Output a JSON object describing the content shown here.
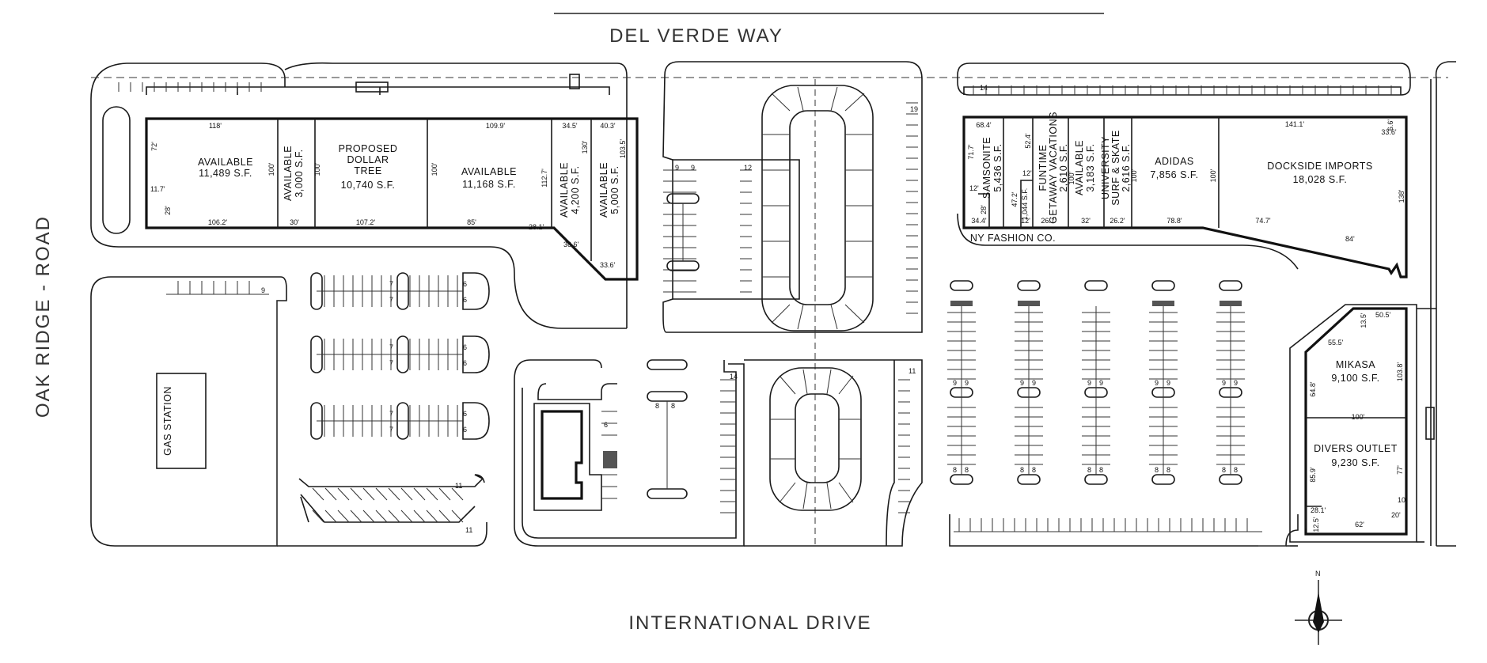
{
  "roads": {
    "north": "DEL VERDE WAY",
    "south": "INTERNATIONAL DRIVE",
    "west": "OAK  RIDGE - ROAD"
  },
  "west_building": {
    "available_1": {
      "line1": "AVAILABLE",
      "line2": "11,489 S.F."
    },
    "available_2": {
      "line1": "AVAILABLE",
      "line2": "3,000 S.F."
    },
    "dollar_tree": {
      "line1": "PROPOSED",
      "line2": "DOLLAR",
      "line3": "TREE",
      "line4": "10,740 S.F."
    },
    "available_3": {
      "line1": "AVAILABLE",
      "line2": "11,168 S.F."
    },
    "available_4": {
      "line1": "AVAILABLE",
      "line2": "4,200 S.F."
    },
    "available_5": {
      "line1": "AVAILABLE",
      "line2": "5,000 S.F."
    },
    "dims": {
      "d118": "118'",
      "d72": "72'",
      "d11_7": "11.7'",
      "d28": "28'",
      "d106_2": "106.2'",
      "d100a": "100'",
      "d100b": "100'",
      "d30": "30'",
      "d107_2": "107.2'",
      "d100c": "100'",
      "d109_9": "109.9'",
      "d85": "85'",
      "d34_5": "34.5'",
      "d40_3": "40.3'",
      "d130": "130'",
      "d103_5": "103.5'",
      "d112_7": "112.7'",
      "d28_1": "28.1'",
      "d36_6": "36.6'",
      "d33_6": "33.6'"
    }
  },
  "east_building": {
    "samsonite": {
      "line1": "SAMSONITE",
      "line2": "5,436 S.F."
    },
    "funtime": {
      "line1": "FUNTIME",
      "line2": "GETAWAY VACATIONS",
      "line3": "2,610 S.F."
    },
    "available": {
      "line1": "AVAILABLE",
      "line2": "3,183 S.F."
    },
    "university": {
      "line1": "UNIVERSITY",
      "line2": "SURF & SKATE",
      "line3": "2,616 S.F."
    },
    "adidas": {
      "line1": "ADIDAS",
      "line2": "7,856 S.F."
    },
    "dockside": {
      "line1": "DOCKSIDE IMPORTS",
      "line2": "18,028 S.F."
    },
    "ny_fashion": "NY FASHION CO.",
    "small_unit": "1,044 S.F.",
    "dims": {
      "d68_4": "68.4'",
      "d71_7": "71.7'",
      "d12": "12'",
      "d28": "28'",
      "d47_2": "47.2'",
      "d12b": "12'",
      "d52_4": "52.4'",
      "d100a": "100'",
      "d100b": "100'",
      "d100c": "100'",
      "d34_4": "34.4'",
      "d12c": "12'",
      "d26_1": "26.1'",
      "d32": "32'",
      "d26_2": "26.2'",
      "d78_8": "78.8'",
      "d74_7": "74.7'",
      "d141_1": "141.1'",
      "d6_6": "6.6'",
      "d33_6": "33.6'",
      "d138": "138'",
      "d84": "84'"
    }
  },
  "southeast_building": {
    "mikasa": {
      "line1": "MIKASA",
      "line2": "9,100 S.F."
    },
    "divers": {
      "line1": "DIVERS OUTLET",
      "line2": "9,230 S.F."
    },
    "dims": {
      "d50_5": "50.5'",
      "d13_5": "13.5'",
      "d55_5": "55.5'",
      "d64_8": "64.8'",
      "d103_8": "103.8'",
      "d100": "100'",
      "d85_9": "85.9'",
      "d77": "77'",
      "d28_1": "28.1'",
      "d12_5": "12.5'",
      "d62": "62'",
      "d20": "20'",
      "d10": "10'"
    }
  },
  "gas_station": "GAS STATION",
  "parking_counts": {
    "c14_north": "14",
    "c19": "19",
    "c9": "9",
    "c9b": "9",
    "c12": "12",
    "c9_gas": "9",
    "c7": "7",
    "c6": "6",
    "c11": "11",
    "c11b": "11",
    "c8": "8",
    "c14_mid": "14",
    "c6_mid": "6"
  },
  "compass": "N"
}
